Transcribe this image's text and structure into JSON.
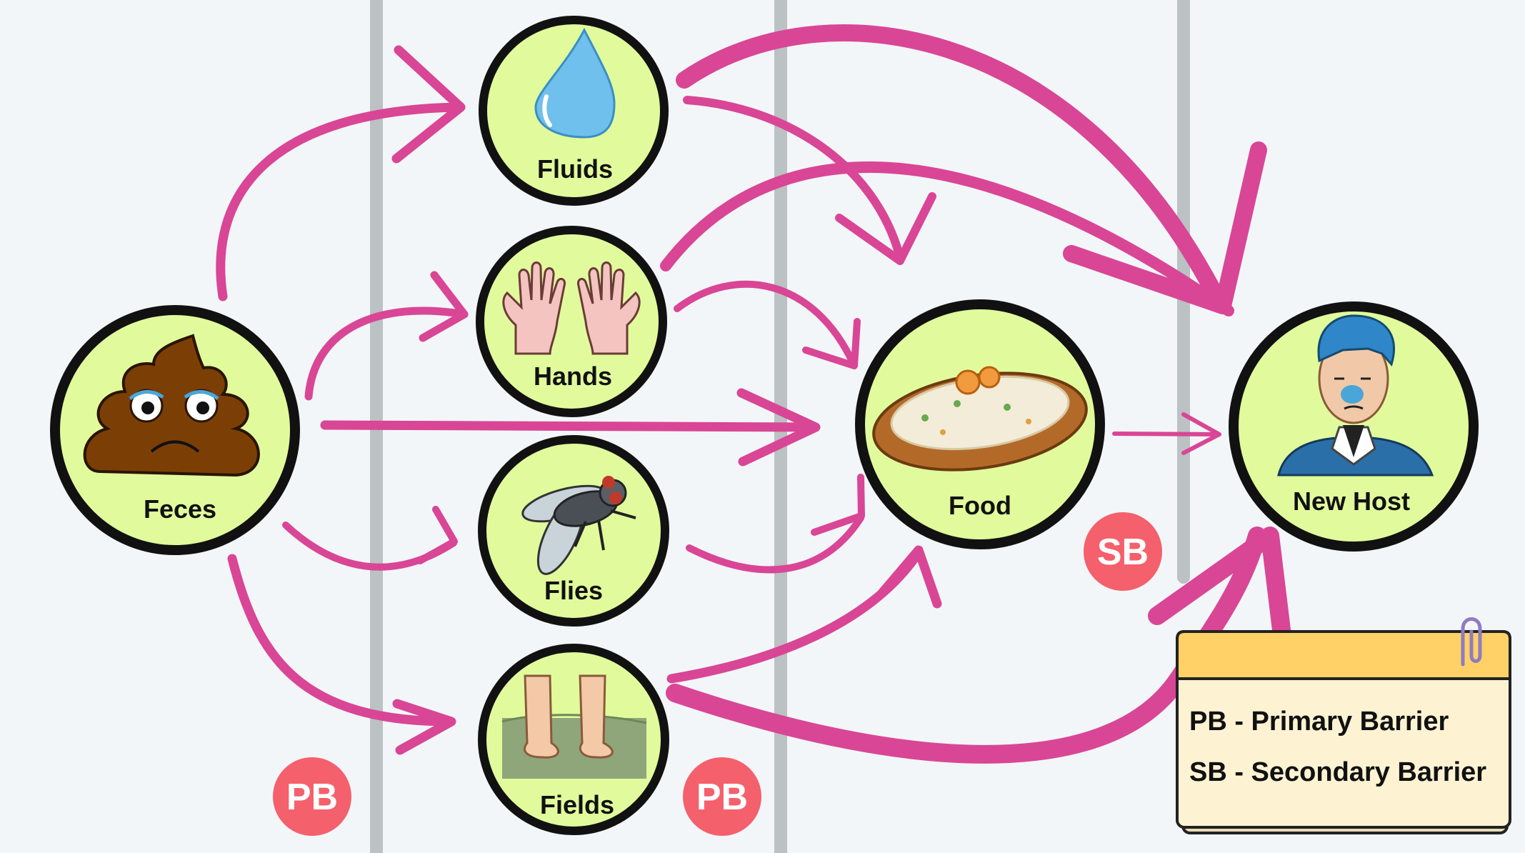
{
  "colors": {
    "background": "#f3f6f8",
    "arrow": "#d94696",
    "node_fill": "#e1fb9c",
    "node_border": "#111111",
    "divider": "#bcc1c4",
    "badge": "#f4606c",
    "legend_header": "#ffd166",
    "legend_body": "#fdf3d3"
  },
  "nodes": {
    "feces": {
      "label": "Feces",
      "icon": "feces-icon"
    },
    "fluids": {
      "label": "Fluids",
      "icon": "water-drop-icon"
    },
    "hands": {
      "label": "Hands",
      "icon": "hands-icon"
    },
    "flies": {
      "label": "Flies",
      "icon": "fly-icon"
    },
    "fields": {
      "label": "Fields",
      "icon": "feet-icon"
    },
    "food": {
      "label": "Food",
      "icon": "food-plate-icon"
    },
    "new_host": {
      "label": "New Host",
      "icon": "sick-person-icon"
    }
  },
  "badges": {
    "pb_left": "PB",
    "pb_right": "PB",
    "sb": "SB"
  },
  "legend": {
    "line1": "PB - Primary Barrier",
    "line2": "SB - Secondary Barrier",
    "icon": "paperclip-icon"
  }
}
